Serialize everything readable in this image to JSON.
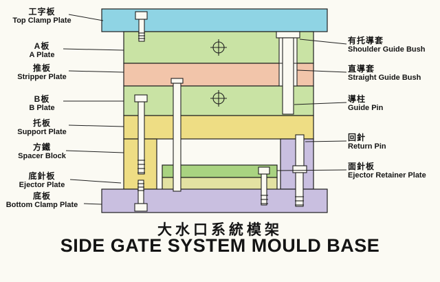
{
  "title": {
    "zh": "大水口系統模架",
    "en": "SIDE GATE SYSTEM MOULD BASE"
  },
  "left_labels": [
    {
      "zh": "工字板",
      "en": "Top Clamp Plate"
    },
    {
      "zh": "A板",
      "en": "A Plate"
    },
    {
      "zh": "推板",
      "en": "Stripper Plate"
    },
    {
      "zh": "B板",
      "en": "B Plate"
    },
    {
      "zh": "托板",
      "en": "Support Plate"
    },
    {
      "zh": "方鐵",
      "en": "Spacer Block"
    },
    {
      "zh": "底針板",
      "en": "Ejector Plate"
    },
    {
      "zh": "底板",
      "en": "Bottom Clamp Plate"
    }
  ],
  "right_labels": [
    {
      "zh": "有托導套",
      "en": "Shoulder Guide Bush"
    },
    {
      "zh": "直導套",
      "en": "Straight Guide Bush"
    },
    {
      "zh": "導柱",
      "en": "Guide Pin"
    },
    {
      "zh": "回針",
      "en": "Return Pin"
    },
    {
      "zh": "面針板",
      "en": "Ejector Retainer Plate"
    }
  ],
  "colors": {
    "top_clamp_plate": "#8fd4e4",
    "a_plate": "#c9e3a4",
    "stripper_plate": "#f2c5aa",
    "b_plate": "#c9e3a4",
    "support_plate": "#eedd84",
    "spacer_block_left": "#eedd84",
    "spacer_block_right": "#c9bfe0",
    "ejector_retainer_plate": "#a9d381",
    "ejector_plate": "#e3e2a2",
    "bottom_clamp_plate": "#c9bfe0",
    "pin_fill": "#fbfaf2",
    "outline": "#1f1f1f"
  }
}
